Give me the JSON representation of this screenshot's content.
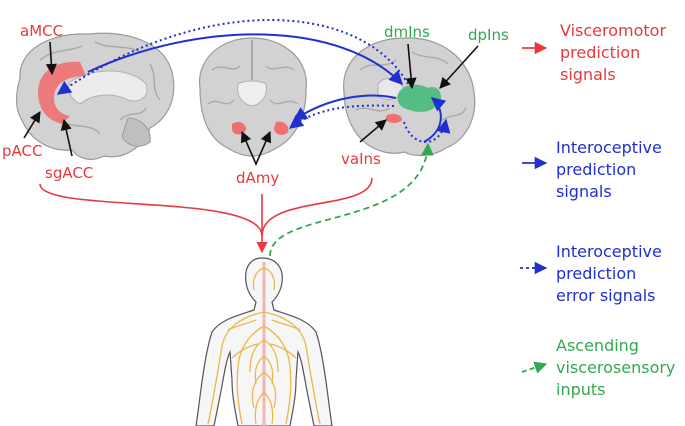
{
  "colors": {
    "red": "#e8393c",
    "blue": "#1f2fd0",
    "green": "#33a84f",
    "brain_fill": "#d4d4d4",
    "nerve": "#e9b94a"
  },
  "regions": {
    "aMCC": "aMCC",
    "pACC": "pACC",
    "sgACC": "sgACC",
    "dAmy": "dAmy",
    "vaIns": "vaIns",
    "dmIns": "dmIns",
    "dpIns": "dpIns"
  },
  "legend": [
    {
      "key": "visceromotor",
      "line1": "Visceromotor",
      "line2": "prediction",
      "line3": "signals",
      "color": "#e8393c",
      "style": "solid"
    },
    {
      "key": "interoceptive",
      "line1": "Interoceptive",
      "line2": "prediction",
      "line3": "signals",
      "color": "#1f2fd0",
      "style": "solid"
    },
    {
      "key": "error",
      "line1": "Interoceptive",
      "line2": "prediction",
      "line3": "error signals",
      "color": "#1f2fd0",
      "style": "dotted"
    },
    {
      "key": "ascending",
      "line1": "Ascending",
      "line2": "viscerosensory",
      "line3": "inputs",
      "color": "#33a84f",
      "style": "dashed"
    }
  ]
}
